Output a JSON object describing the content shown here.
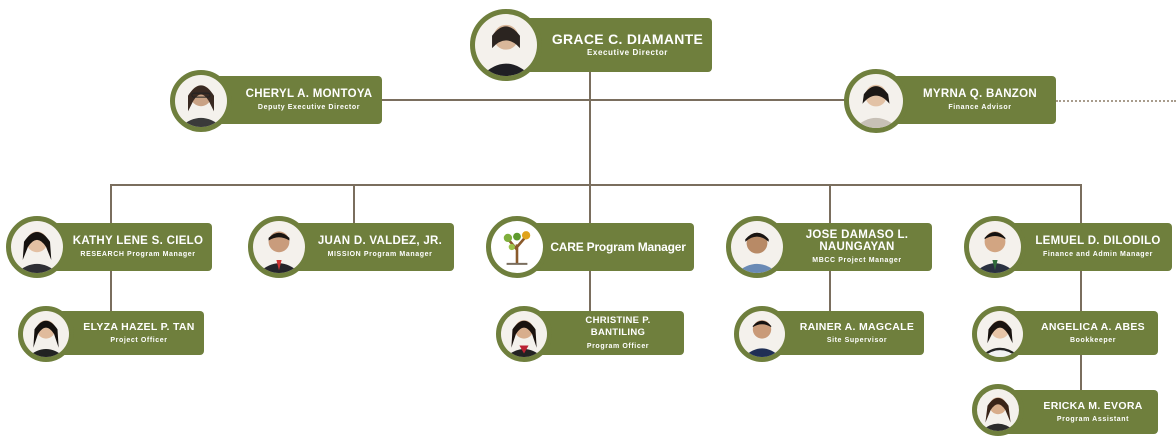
{
  "nodes": {
    "executive": {
      "name": "GRACE C. DIAMANTE",
      "title": "Executive Director"
    },
    "deputy": {
      "name": "CHERYL A. MONTOYA",
      "title": "Deputy Executive Director"
    },
    "finance_advisor": {
      "name": "MYRNA Q. BANZON",
      "title": "Finance Advisor"
    },
    "research": {
      "name": "KATHY LENE S. CIELO",
      "title": "RESEARCH Program Manager"
    },
    "mission": {
      "name": "JUAN D. VALDEZ, JR.",
      "title": "MISSION Program Manager"
    },
    "care": {
      "name": "CARE Program Manager",
      "title": ""
    },
    "mbcc": {
      "name": "JOSE DAMASO L. NAUNGAYAN",
      "title": "MBCC Project Manager"
    },
    "finance_admin": {
      "name": "LEMUEL D. DILODILO",
      "title": "Finance and Admin Manager"
    },
    "project_officer": {
      "name": "ELYZA HAZEL P. TAN",
      "title": "Project Officer"
    },
    "program_officer": {
      "name": "CHRISTINE P. BANTILING",
      "title": "Program Officer"
    },
    "site_supervisor": {
      "name": "RAINER A. MAGCALE",
      "title": "Site Supervisor"
    },
    "bookkeeper": {
      "name": "ANGELICA A. ABES",
      "title": "Bookkeeper"
    },
    "program_assistant": {
      "name": "ERICKA M. EVORA",
      "title": "Program Assistant"
    }
  },
  "colors": {
    "box": "#6f7f3d",
    "connector": "#7a6e5e"
  },
  "icons": {
    "care": "tree-logo-icon",
    "person": "person-avatar-icon"
  }
}
